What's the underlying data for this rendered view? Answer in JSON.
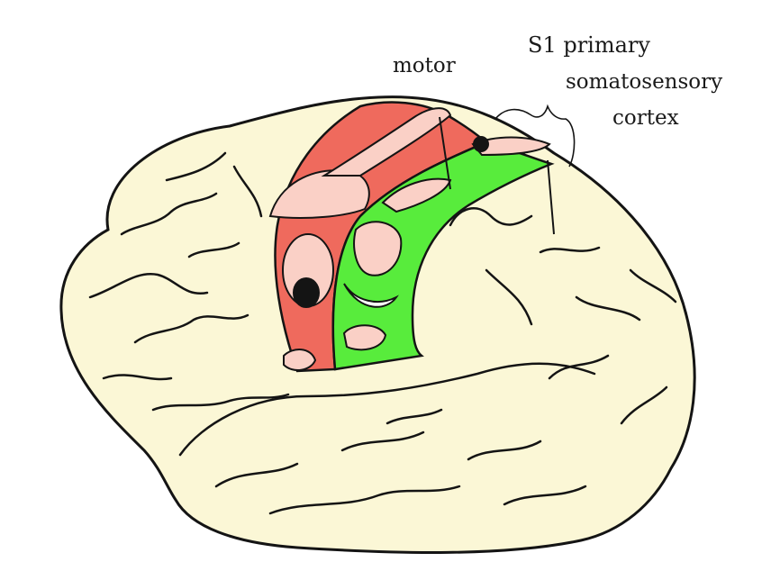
{
  "labels": {
    "motor": "motor",
    "sensory_line1": "S1 primary",
    "sensory_line2": "somatosensory",
    "sensory_line3": "cortex"
  },
  "colors": {
    "brain_fill": "#fbf7d6",
    "motor_strip": "#ef6a5d",
    "sensory_strip": "#58ec3c",
    "skin": "#fad0c6",
    "outline": "#141414"
  },
  "figure": {
    "regions": [
      "brain-outline",
      "motor-cortex-strip",
      "somatosensory-cortex-strip"
    ],
    "homunculus_parts": [
      "hand",
      "face",
      "mouth",
      "foot",
      "leg"
    ]
  }
}
